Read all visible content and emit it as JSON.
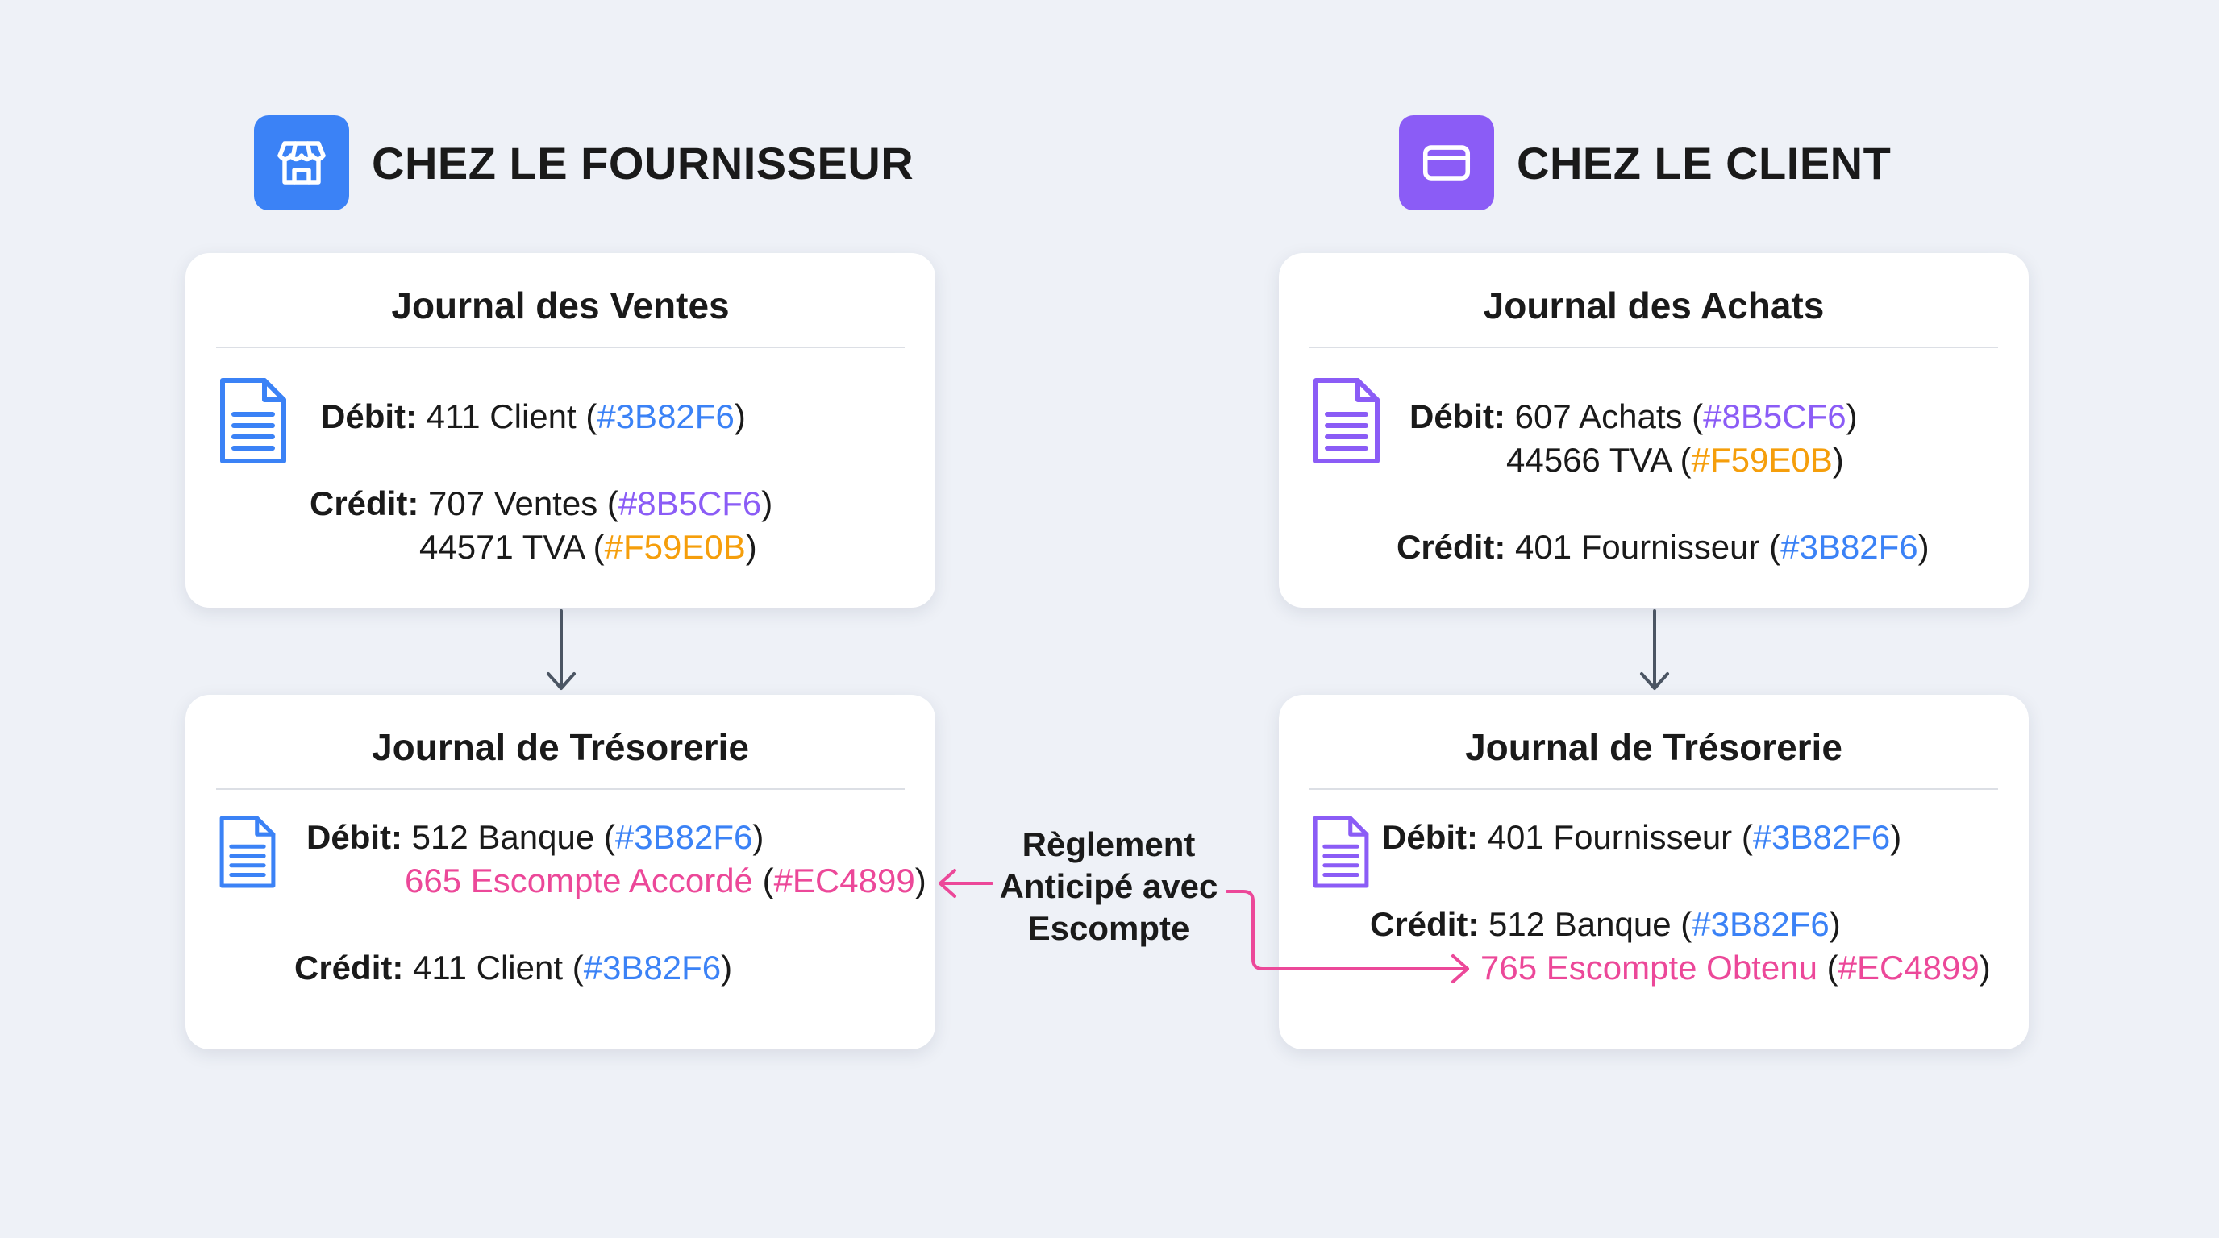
{
  "colors": {
    "blue": "#3B82F6",
    "purple": "#8B5CF6",
    "orange": "#F59E0B",
    "pink": "#EC4899",
    "arrow_gray": "#4b5563"
  },
  "supplier": {
    "title": "CHEZ LE FOURNISSEUR",
    "icon": "store-icon",
    "sales_journal": {
      "title": "Journal des Ventes",
      "debit_label": "Débit:",
      "debit_lines": [
        {
          "account": "411 Client",
          "code": "#3B82F6"
        }
      ],
      "credit_label": "Crédit:",
      "credit_lines": [
        {
          "account": "707 Ventes",
          "code": "#8B5CF6"
        },
        {
          "account": "44571 TVA",
          "code": "#F59E0B"
        }
      ]
    },
    "treasury_journal": {
      "title": "Journal de Trésorerie",
      "debit_label": "Débit:",
      "debit_lines": [
        {
          "account": "512 Banque",
          "code": "#3B82F6"
        },
        {
          "account": "665 Escompte Accordé",
          "code": "#EC4899"
        }
      ],
      "credit_label": "Crédit:",
      "credit_lines": [
        {
          "account": "411 Client",
          "code": "#3B82F6"
        }
      ]
    }
  },
  "client": {
    "title": "CHEZ LE CLIENT",
    "icon": "credit-card-icon",
    "purchases_journal": {
      "title": "Journal des Achats",
      "debit_label": "Débit:",
      "debit_lines": [
        {
          "account": "607 Achats",
          "code": "#8B5CF6"
        },
        {
          "account": "44566 TVA",
          "code": "#F59E0B"
        }
      ],
      "credit_label": "Crédit:",
      "credit_lines": [
        {
          "account": "401 Fournisseur",
          "code": "#3B82F6"
        }
      ]
    },
    "treasury_journal": {
      "title": "Journal de Trésorerie",
      "debit_label": "Débit:",
      "debit_lines": [
        {
          "account": "401 Fournisseur",
          "code": "#3B82F6"
        }
      ],
      "credit_label": "Crédit:",
      "credit_lines": [
        {
          "account": "512 Banque",
          "code": "#3B82F6"
        },
        {
          "account": "765 Escompte Obtenu",
          "code": "#EC4899"
        }
      ]
    }
  },
  "flow_label": [
    "Règlement",
    "Anticipé avec",
    "Escompte"
  ]
}
